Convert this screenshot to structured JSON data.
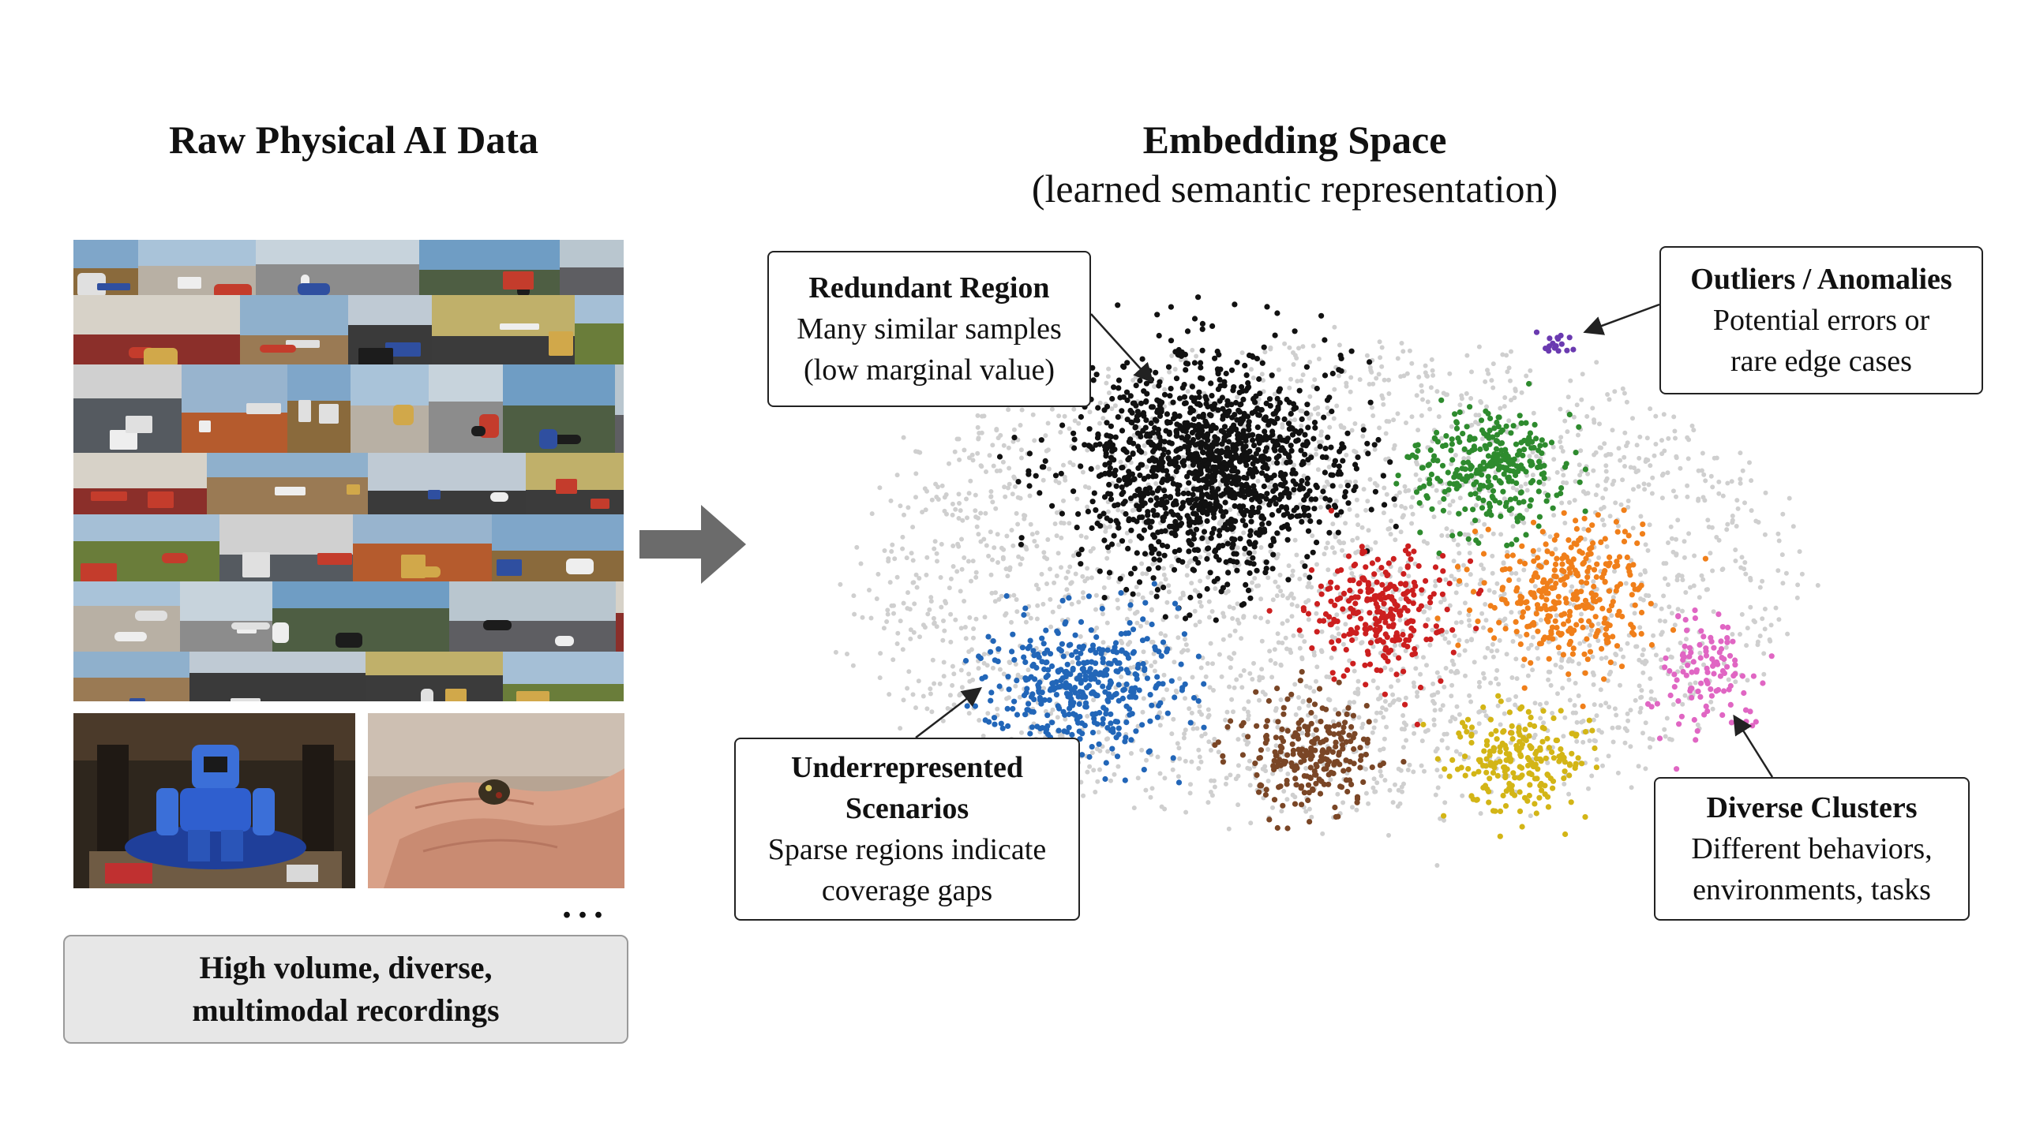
{
  "left": {
    "title": "Raw Physical AI Data",
    "ellipsis": "...",
    "summary_line1": "High volume, diverse,",
    "summary_line2": "multimodal recordings"
  },
  "right": {
    "title": "Embedding Space",
    "subtitle": "(learned semantic representation)"
  },
  "callouts": {
    "redundant": {
      "heading": "Redundant Region",
      "line1": "Many similar samples",
      "line2": "(low marginal value)"
    },
    "outliers": {
      "heading": "Outliers / Anomalies",
      "line1": "Potential errors or",
      "line2": "rare edge cases"
    },
    "underrepresented": {
      "heading1": "Underrepresented",
      "heading2": "Scenarios",
      "line1": "Sparse regions indicate",
      "line2": "coverage gaps"
    },
    "diverse": {
      "heading": "Diverse Clusters",
      "line1": "Different behaviors,",
      "line2": "environments, tasks"
    }
  },
  "colors": {
    "background_points": "#cfcfcf",
    "redundant": "#111111",
    "green": "#2e8b2e",
    "red": "#cc1f1f",
    "orange": "#f07f1a",
    "blue": "#2266b8",
    "brown": "#7a4626",
    "yellow": "#d3b516",
    "pink": "#e066c3",
    "outlier": "#6a3ab0",
    "arrow": "#6b6b6b"
  },
  "icons": {
    "flow_arrow": "right-arrow-icon"
  }
}
